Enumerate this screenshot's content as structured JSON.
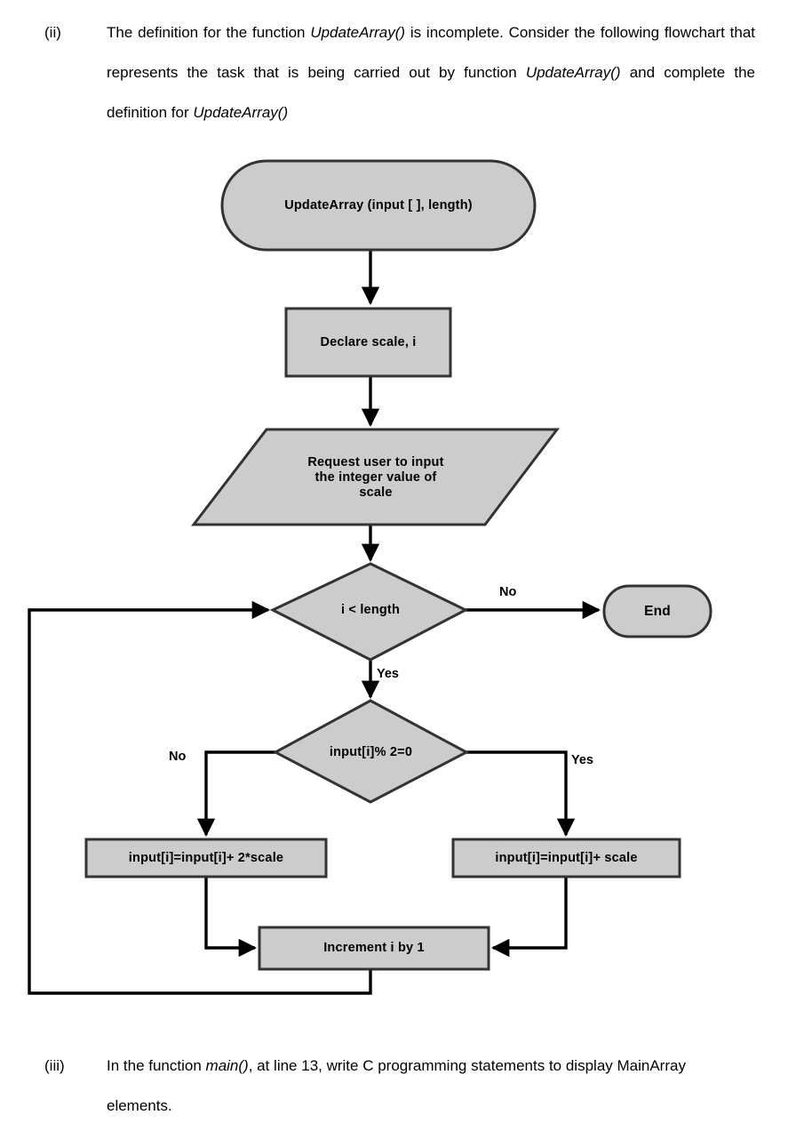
{
  "document": {
    "question_ii": {
      "marker": "(ii)",
      "text_part1": "The definition for the function ",
      "emph1": "UpdateArray()",
      "text_part2": " is incomplete. Consider the following flowchart that represents the task that is being carried out by function ",
      "emph2": "UpdateArray()",
      "text_part3": " and complete the definition for ",
      "emph3": "UpdateArray()"
    },
    "question_iii": {
      "marker": "(iii)",
      "text_part1": "In the function ",
      "emph1": "main()",
      "text_part2": ", at line 13, write C programming statements to display MainArray elements."
    }
  },
  "chart_data": {
    "type": "diagram",
    "title": "UpdateArray flowchart",
    "colors": {
      "node_fill": "#cccccc",
      "node_stroke": "#333333",
      "connector": "#000000",
      "page_background": "#ffffff"
    },
    "nodes": [
      {
        "id": "start",
        "shape": "terminator",
        "label": "UpdateArray (input [ ], length)"
      },
      {
        "id": "declare",
        "shape": "process",
        "label": "Declare scale, i"
      },
      {
        "id": "request",
        "shape": "input-output",
        "label": "Request user to input the integer value of scale",
        "lines": [
          "Request user to input",
          "the integer value of",
          "scale"
        ]
      },
      {
        "id": "cond-loop",
        "shape": "decision",
        "label": "i < length"
      },
      {
        "id": "end",
        "shape": "terminator",
        "label": "End"
      },
      {
        "id": "cond-even",
        "shape": "decision",
        "label": "input[i]% 2=0"
      },
      {
        "id": "odd-update",
        "shape": "process",
        "label": "input[i]=input[i]+ 2*scale"
      },
      {
        "id": "even-update",
        "shape": "process",
        "label": "input[i]=input[i]+ scale"
      },
      {
        "id": "increment",
        "shape": "process",
        "label": "Increment i by 1"
      }
    ],
    "edges": [
      {
        "from": "start",
        "to": "declare",
        "label": ""
      },
      {
        "from": "declare",
        "to": "request",
        "label": ""
      },
      {
        "from": "request",
        "to": "cond-loop",
        "label": ""
      },
      {
        "from": "cond-loop",
        "to": "end",
        "label": "No"
      },
      {
        "from": "cond-loop",
        "to": "cond-even",
        "label": "Yes"
      },
      {
        "from": "cond-even",
        "to": "odd-update",
        "label": "No"
      },
      {
        "from": "cond-even",
        "to": "even-update",
        "label": "Yes"
      },
      {
        "from": "odd-update",
        "to": "increment",
        "label": ""
      },
      {
        "from": "even-update",
        "to": "increment",
        "label": ""
      },
      {
        "from": "increment",
        "to": "cond-loop",
        "label": ""
      }
    ],
    "edge_labels": {
      "loop_no": "No",
      "loop_yes": "Yes",
      "even_no": "No",
      "even_yes": "Yes"
    }
  }
}
